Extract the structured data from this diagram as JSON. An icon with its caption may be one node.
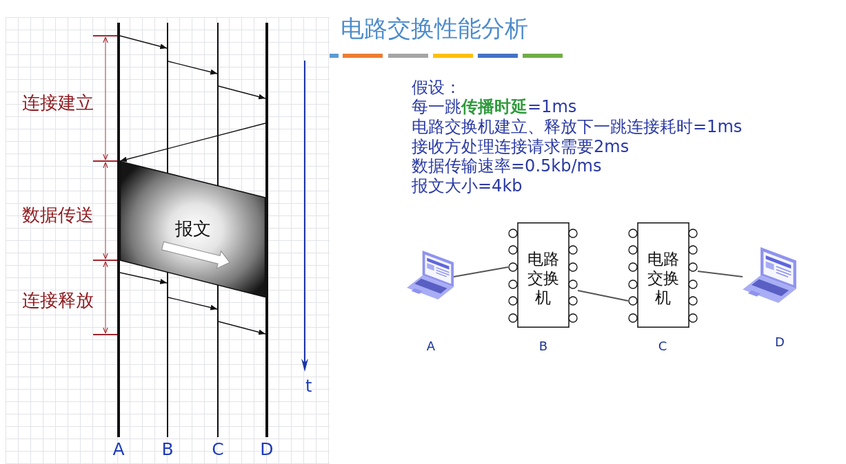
{
  "diagram": {
    "title": "电路交换性能分析",
    "nodes": [
      {
        "text": [
          "A"
        ]
      },
      {
        "text": [
          "B"
        ]
      },
      {
        "text": [
          "C"
        ]
      },
      {
        "text": [
          "D"
        ]
      },
      {
        "text": [
          "报文"
        ]
      },
      {
        "text": [],
        "shape": "picture",
        "beside": [
          "A"
        ]
      },
      {
        "text": [
          "电路交换机"
        ],
        "beside": [
          "B"
        ]
      },
      {
        "text": [
          "电路交换机"
        ],
        "beside": [
          "C"
        ]
      },
      {
        "text": [],
        "shape": "picture",
        "beside": [
          "D"
        ]
      }
    ],
    "edges": [
      {
        "from": 0,
        "to": 1,
        "arrow": "to"
      },
      {
        "from": 1,
        "to": 2,
        "arrow": "to"
      },
      {
        "from": 2,
        "to": 3,
        "arrow": "to"
      },
      {
        "from": 3,
        "to": 0,
        "arrow": "to"
      },
      {
        "from": 0,
        "to": 1,
        "arrow": "to"
      },
      {
        "from": 1,
        "to": 2,
        "arrow": "to"
      },
      {
        "from": 2,
        "to": 3,
        "arrow": "to"
      },
      {
        "from": 5,
        "to": 6,
        "arrow": "none",
        "color": "#555555"
      },
      {
        "from": 6,
        "to": 7,
        "arrow": "none",
        "color": "#555555"
      },
      {
        "from": 7,
        "to": 8,
        "arrow": "none",
        "color": "#555555"
      }
    ],
    "labels": [
      "连接建立",
      "数据传送",
      "连接释放",
      "t",
      "假设：",
      "每一跳**传播时延**=1ms",
      "电路交换机建立、释放下一跳连接耗时=1ms",
      "接收方处理连接请求需要2ms",
      "数据传输速率=0.5kb/ms",
      "报文大小=4kb"
    ]
  }
}
